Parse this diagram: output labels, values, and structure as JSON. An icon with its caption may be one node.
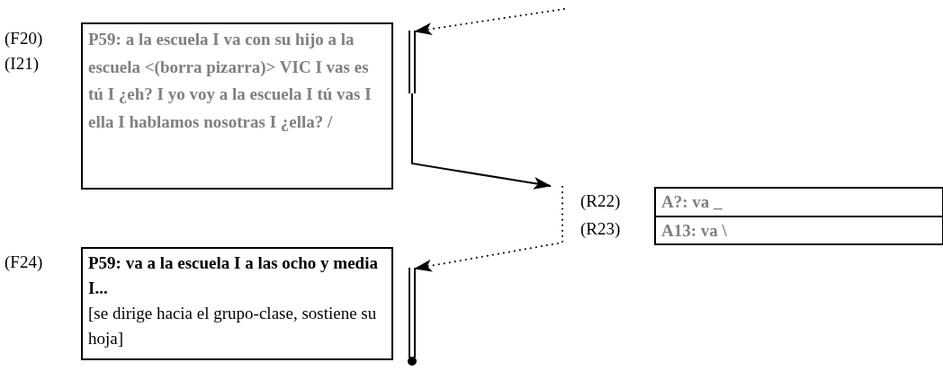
{
  "diagram": {
    "nodes": [
      {
        "text": [
          "P59: a la escuela I va con su hijo a la escuela <(borra pizarra)> VIC I vas es tú I ¿eh? I yo voy a la escuela I tú vas I ella I hablamos nosotras I ¿ella? /"
        ],
        "beside": [
          "(F20)",
          "(I21)"
        ]
      },
      {
        "text": [],
        "shape": "bar"
      },
      {
        "text": [
          "A?: va _"
        ],
        "beside": [
          "(R22)"
        ]
      },
      {
        "text": [
          "A13: va \\"
        ],
        "beside": [
          "(R23)"
        ]
      },
      {
        "text": [
          "P59: va a la escuela I a las ocho y media I...",
          "[se dirige hacia el grupo-clase, sostiene su hoja]"
        ],
        "beside": [
          "(F24)"
        ]
      },
      {
        "text": [],
        "shape": "bar"
      }
    ],
    "edges": [
      {
        "from": null,
        "to": 1,
        "arrow": "to",
        "style": "dashed"
      },
      {
        "from": 1,
        "to": null,
        "arrow": "to"
      },
      {
        "from": null,
        "to": 5,
        "arrow": "to",
        "style": "dashed"
      }
    ]
  }
}
